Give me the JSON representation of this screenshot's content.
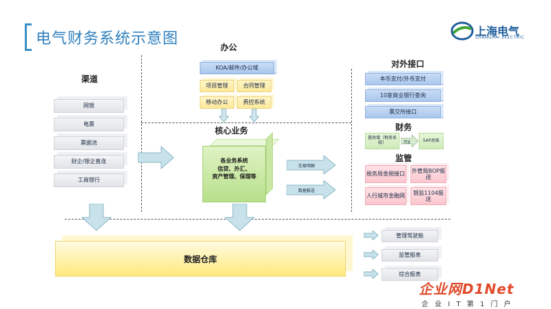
{
  "title": "电气财务系统示意图",
  "logo": {
    "name": "上海电气",
    "sub": "SHANGHAI ELECTRIC"
  },
  "sections": {
    "channel": "渠道",
    "office": "办公",
    "core": "核心业务",
    "external": "对外接口",
    "finance": "财务",
    "supervision": "监管"
  },
  "channel_items": [
    "网银",
    "电票",
    "票据池",
    "财企/银企直连",
    "工商银行"
  ],
  "office": {
    "top": "KOA/邮件/办公域",
    "items": [
      "项目管理",
      "合同管理",
      "移动办公",
      "费控系统"
    ]
  },
  "core": {
    "line1": "各业务系统",
    "line2": "信贷、外汇、",
    "line3": "资产管理、保理等"
  },
  "core_arrows": [
    "交易明细",
    "数据报送"
  ],
  "external_items": [
    "本币支付/外币支付",
    "10家商业银行查询",
    "票交所接口"
  ],
  "finance": {
    "left": "营改增（税务系统）",
    "arrow": "凭证",
    "right": "SAP总账"
  },
  "supervision_items": [
    "税务局金税接口",
    "外管局BOP报送",
    "人行城市金融网",
    "银监1104报送"
  ],
  "warehouse": "数据仓库",
  "outputs": [
    "管理驾驶舱",
    "监管报表",
    "综合报表"
  ],
  "watermark": {
    "main": "企业网D1Net",
    "sub": "企 业 I T 第 1 门 户"
  },
  "colors": {
    "title": "#2f7fbd",
    "blue_box": "#a9c6ec",
    "green_core": "#b8e08a",
    "yellow": "#fde99a",
    "pink": "#fbc7cf"
  }
}
